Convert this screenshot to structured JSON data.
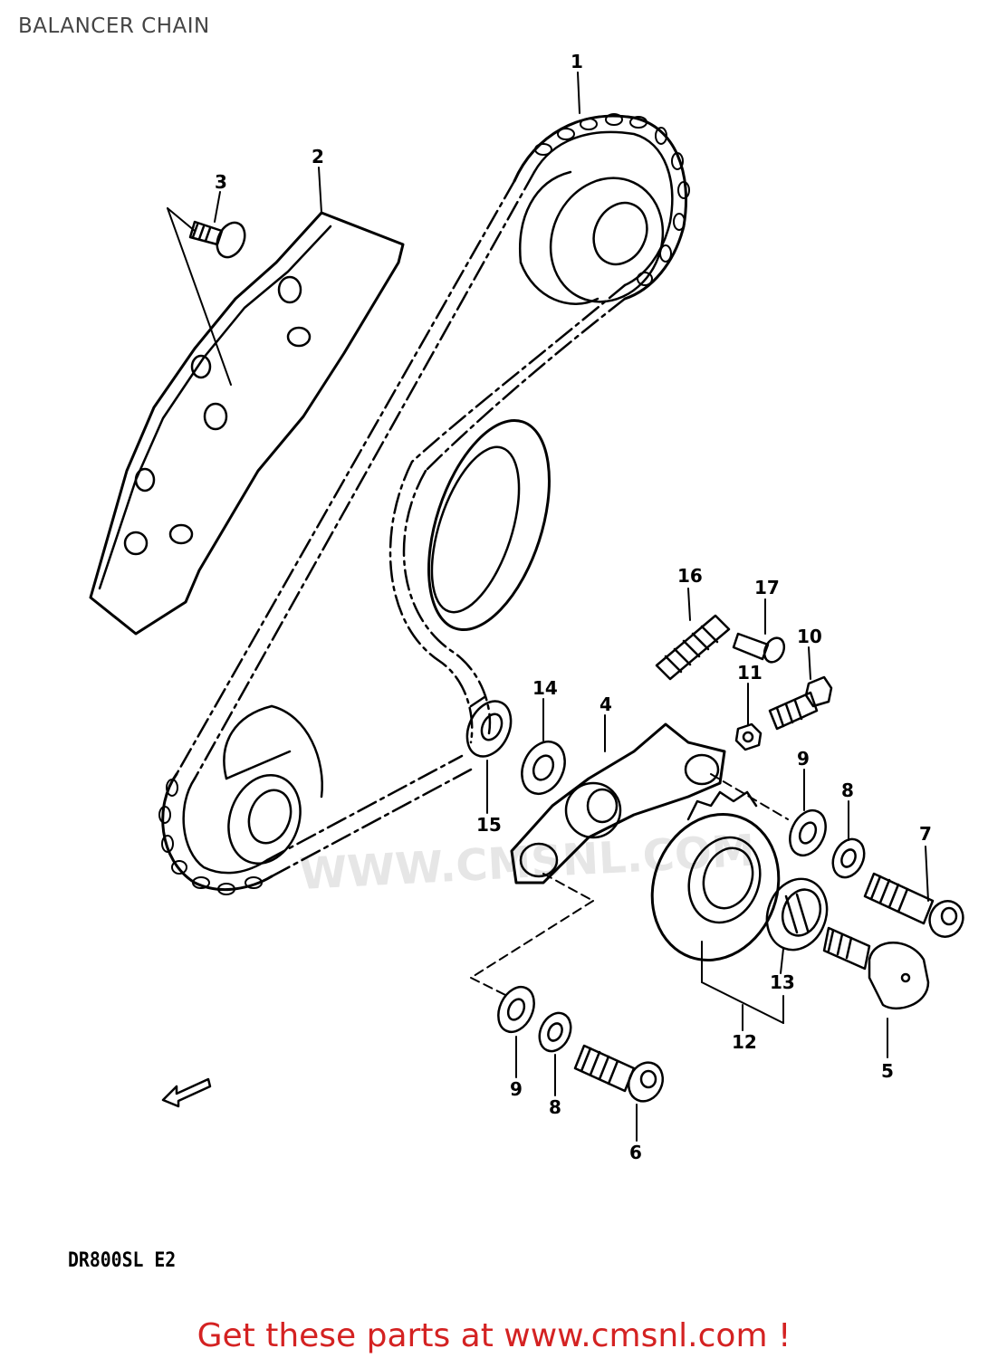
{
  "page": {
    "title": "BALANCER CHAIN",
    "model_code": "DR800SL  E2",
    "footer_link": "Get these parts at www.cmsnl.com !",
    "watermark": "WWW.CMSNL.COM"
  },
  "callouts": [
    {
      "id": "c1",
      "label": "1"
    },
    {
      "id": "c2",
      "label": "2"
    },
    {
      "id": "c3",
      "label": "3"
    },
    {
      "id": "c4",
      "label": "4"
    },
    {
      "id": "c5",
      "label": "5"
    },
    {
      "id": "c6",
      "label": "6"
    },
    {
      "id": "c7",
      "label": "7"
    },
    {
      "id": "c8a",
      "label": "8"
    },
    {
      "id": "c8b",
      "label": "8"
    },
    {
      "id": "c9a",
      "label": "9"
    },
    {
      "id": "c9b",
      "label": "9"
    },
    {
      "id": "c10",
      "label": "10"
    },
    {
      "id": "c11",
      "label": "11"
    },
    {
      "id": "c12",
      "label": "12"
    },
    {
      "id": "c13",
      "label": "13"
    },
    {
      "id": "c14",
      "label": "14"
    },
    {
      "id": "c15",
      "label": "15"
    },
    {
      "id": "c16",
      "label": "16"
    },
    {
      "id": "c17",
      "label": "17"
    }
  ],
  "colors": {
    "line": "#000000",
    "footer": "#d42222",
    "title": "#444444",
    "watermark": "#e6e6e6"
  }
}
